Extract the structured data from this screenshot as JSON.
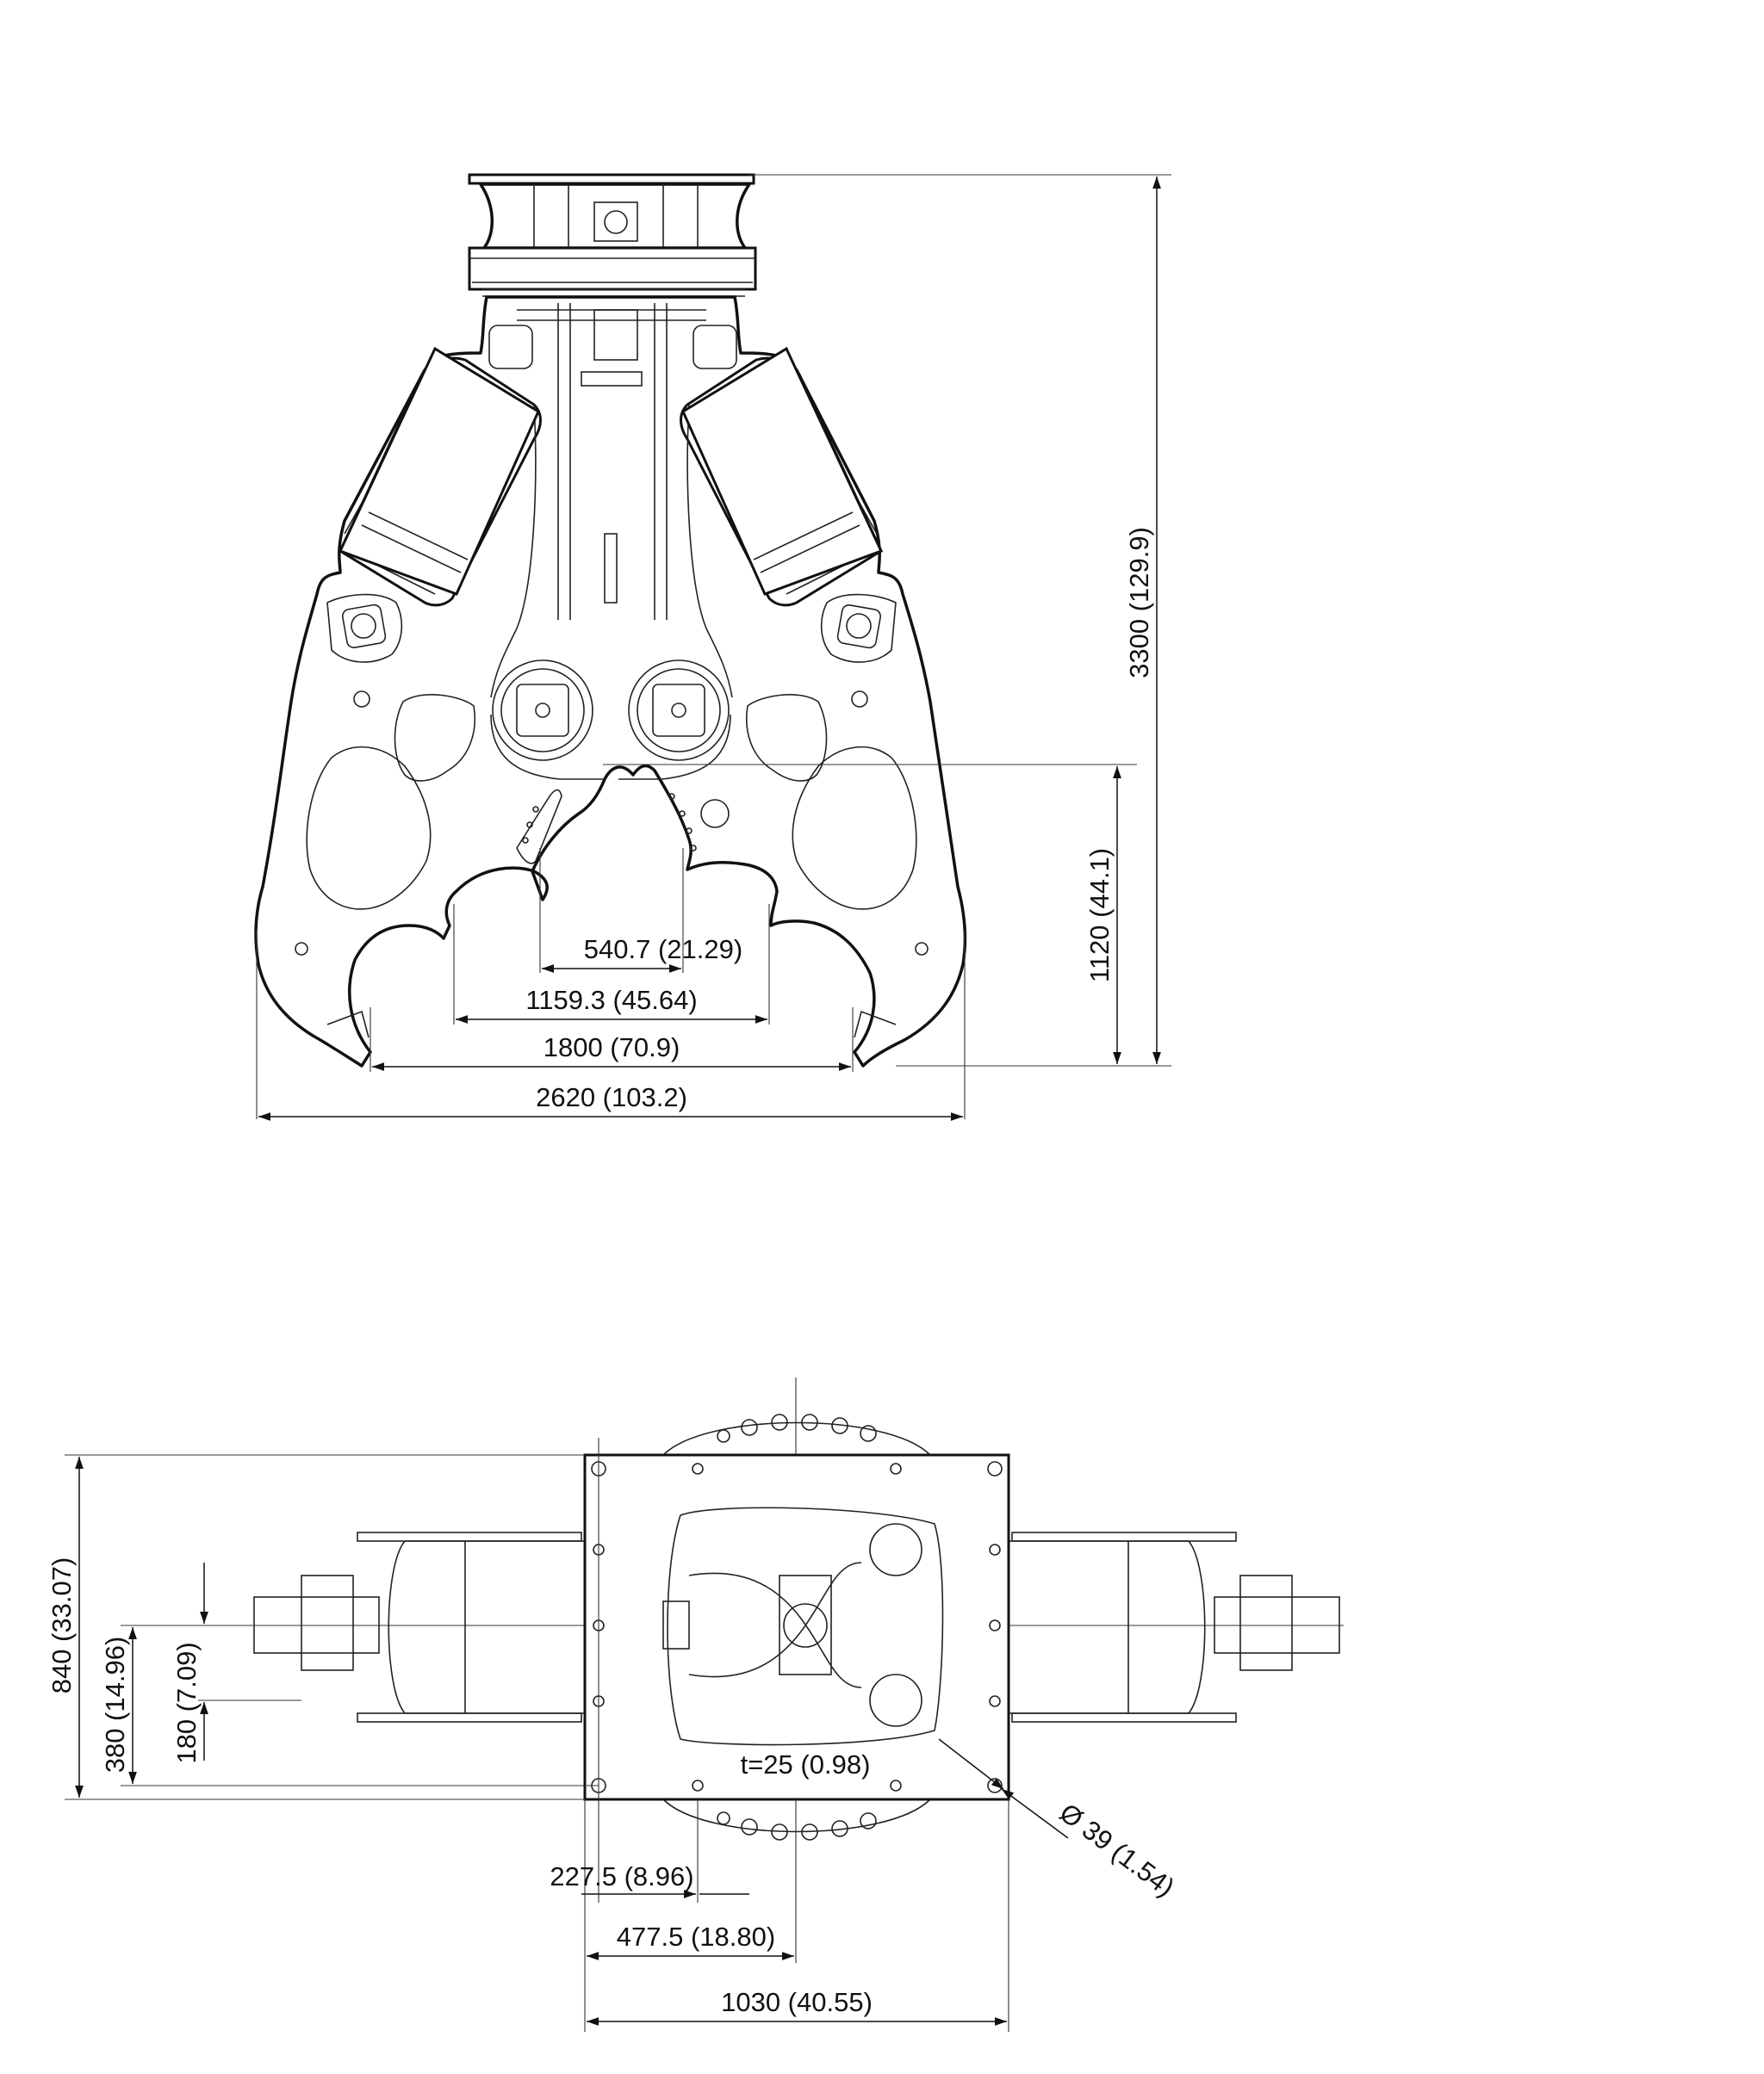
{
  "front_view": {
    "dim_height_total": "3300 (129.9)",
    "dim_jaw_depth": "1120 (44.1)",
    "dim_inner_cutter": "540.7 (21.29)",
    "dim_jaw_inner": "1159.3 (45.64)",
    "dim_jaw_opening": "1800 (70.9)",
    "dim_overall_width": "2620 (103.2)"
  },
  "top_view": {
    "dim_plate_height": "840 (33.07)",
    "dim_offset_380": "380 (14.96)",
    "dim_offset_180": "180 (7.09)",
    "dim_thickness": "t=25 (0.98)",
    "dim_bolt_dia": "Ø 39 (1.54)",
    "dim_offset_227": "227.5 (8.96)",
    "dim_offset_477": "477.5 (18.80)",
    "dim_plate_width": "1030 (40.55)"
  }
}
